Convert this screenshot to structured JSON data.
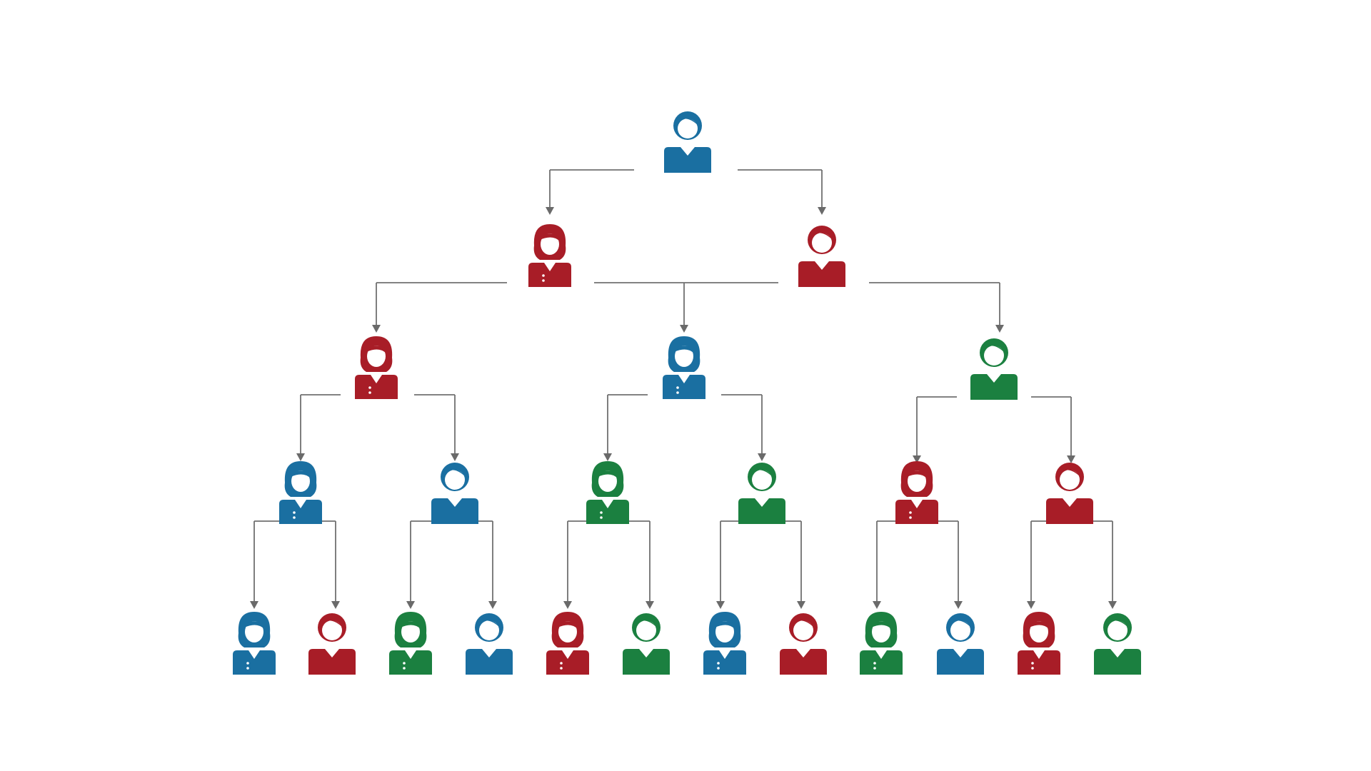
{
  "colors": {
    "blue": "#1a6fa1",
    "red": "#a81d27",
    "green": "#1b8040",
    "connector": "#707070",
    "background": "#ffffff"
  },
  "nodes": [
    {
      "id": "root",
      "icon": "man-icon",
      "color": "blue",
      "parent": null
    },
    {
      "id": "l1-a",
      "icon": "woman-icon",
      "color": "red",
      "parent": "root"
    },
    {
      "id": "l1-b",
      "icon": "man-icon",
      "color": "red",
      "parent": "root"
    },
    {
      "id": "l2-a",
      "icon": "woman-icon",
      "color": "red",
      "parent": "l1-a"
    },
    {
      "id": "l2-b",
      "icon": "woman-icon",
      "color": "blue",
      "parent": "l1-a"
    },
    {
      "id": "l2-c",
      "icon": "man-icon",
      "color": "green",
      "parent": "l1-b"
    },
    {
      "id": "l3-a",
      "icon": "woman-icon",
      "color": "blue",
      "parent": "l2-a"
    },
    {
      "id": "l3-b",
      "icon": "man-icon",
      "color": "blue",
      "parent": "l2-a"
    },
    {
      "id": "l3-c",
      "icon": "woman-icon",
      "color": "green",
      "parent": "l2-b"
    },
    {
      "id": "l3-d",
      "icon": "man-icon",
      "color": "green",
      "parent": "l2-b"
    },
    {
      "id": "l3-e",
      "icon": "woman-icon",
      "color": "red",
      "parent": "l2-c"
    },
    {
      "id": "l3-f",
      "icon": "man-icon",
      "color": "red",
      "parent": "l2-c"
    },
    {
      "id": "l4-a",
      "icon": "woman-icon",
      "color": "blue",
      "parent": "l3-a"
    },
    {
      "id": "l4-b",
      "icon": "man-icon",
      "color": "red",
      "parent": "l3-a"
    },
    {
      "id": "l4-c",
      "icon": "woman-icon",
      "color": "green",
      "parent": "l3-b"
    },
    {
      "id": "l4-d",
      "icon": "man-icon",
      "color": "blue",
      "parent": "l3-b"
    },
    {
      "id": "l4-e",
      "icon": "woman-icon",
      "color": "red",
      "parent": "l3-c"
    },
    {
      "id": "l4-f",
      "icon": "man-icon",
      "color": "green",
      "parent": "l3-c"
    },
    {
      "id": "l4-g",
      "icon": "woman-icon",
      "color": "blue",
      "parent": "l3-d"
    },
    {
      "id": "l4-h",
      "icon": "man-icon",
      "color": "red",
      "parent": "l3-d"
    },
    {
      "id": "l4-i",
      "icon": "woman-icon",
      "color": "green",
      "parent": "l3-e"
    },
    {
      "id": "l4-j",
      "icon": "man-icon",
      "color": "blue",
      "parent": "l3-e"
    },
    {
      "id": "l4-k",
      "icon": "woman-icon",
      "color": "red",
      "parent": "l3-f"
    },
    {
      "id": "l4-l",
      "icon": "man-icon",
      "color": "green",
      "parent": "l3-f"
    }
  ]
}
